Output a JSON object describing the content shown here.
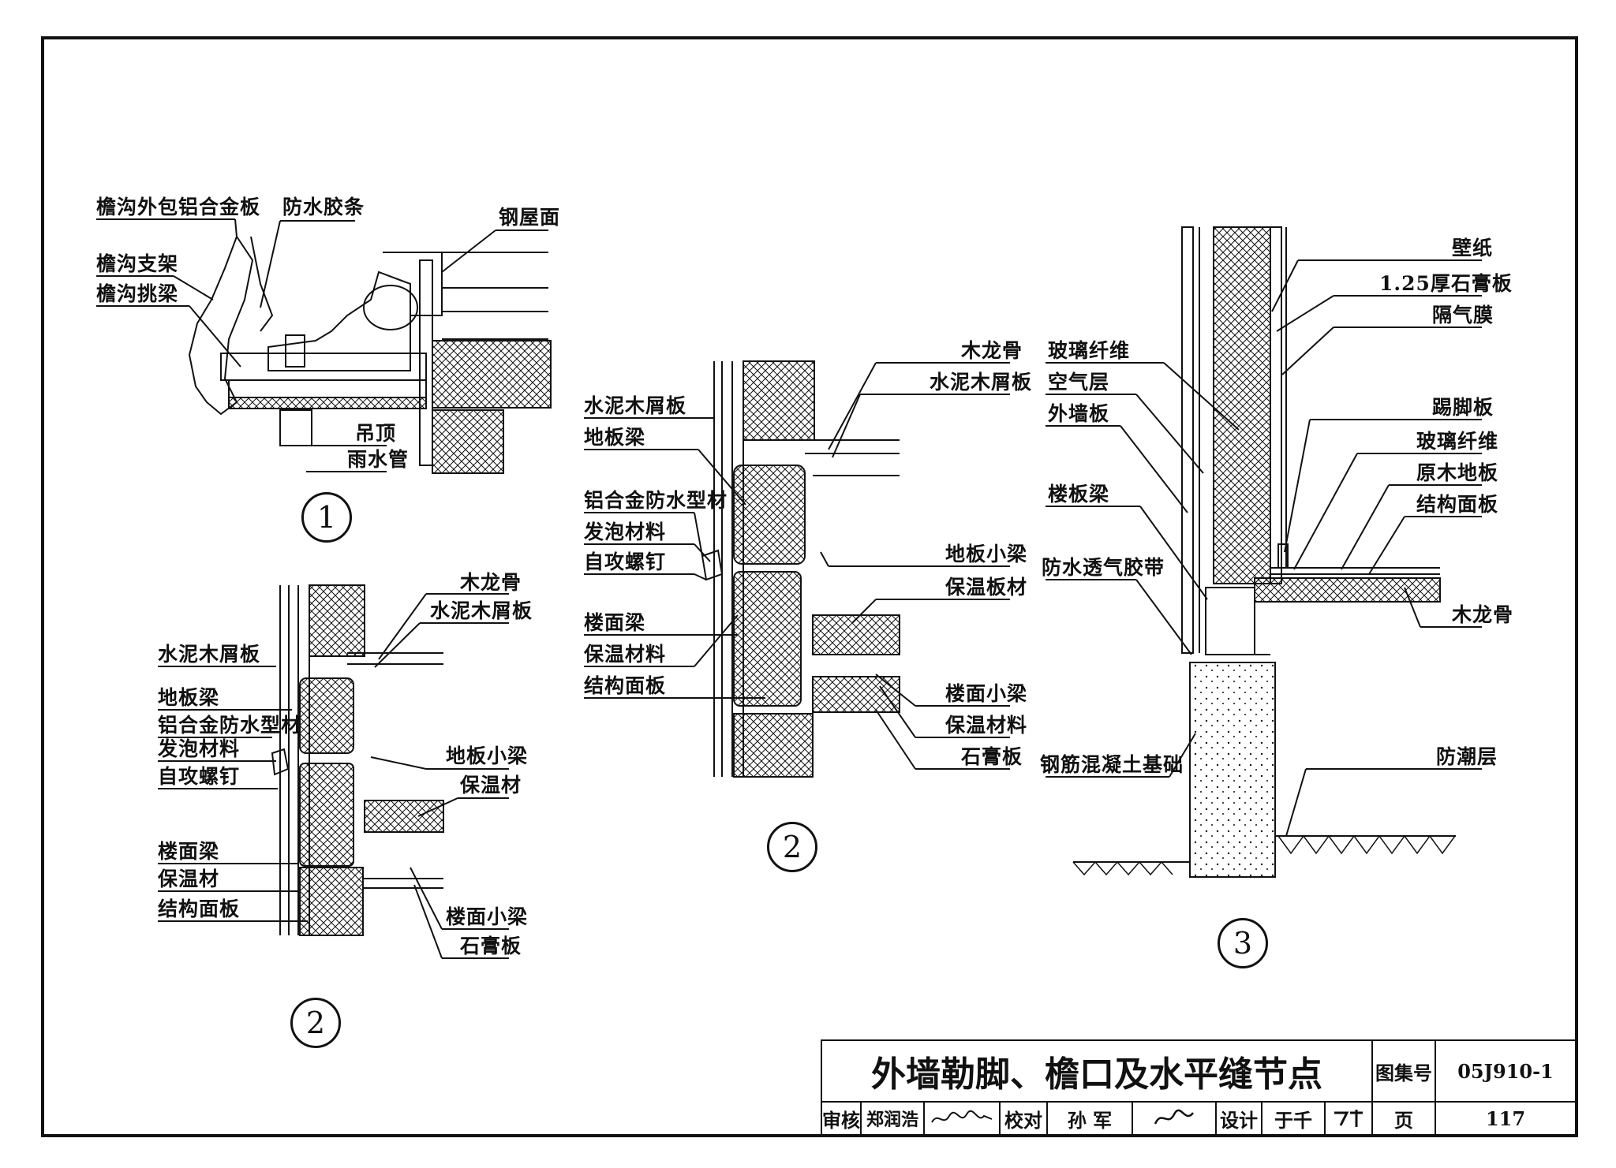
{
  "detail1": {
    "labels": [
      "檐沟外包铝合金板",
      "防水胶条",
      "钢屋面",
      "檐沟支架",
      "檐沟挑梁",
      "吊顶",
      "雨水管"
    ],
    "number": "1"
  },
  "detail2a": {
    "labels_right": [
      "木龙骨",
      "水泥木屑板",
      "地板小梁",
      "保温材",
      "楼面小梁",
      "石膏板"
    ],
    "labels_left": [
      "水泥木屑板",
      "地板梁",
      "铝合金防水型材",
      "发泡材料",
      "自攻螺钉",
      "楼面梁",
      "保温材",
      "结构面板"
    ],
    "number": "2"
  },
  "detail2b": {
    "labels_right": [
      "木龙骨",
      "水泥木屑板",
      "地板小梁",
      "保温板材",
      "楼面小梁",
      "保温材料",
      "石膏板"
    ],
    "labels_left": [
      "水泥木屑板",
      "地板梁",
      "铝合金防水型材",
      "发泡材料",
      "自攻螺钉",
      "楼面梁",
      "保温材料",
      "结构面板"
    ],
    "number": "2"
  },
  "detail3": {
    "labels_right": [
      "壁纸",
      "1.25厚石膏板",
      "隔气膜",
      "踢脚板",
      "玻璃纤维",
      "原木地板",
      "结构面板",
      "木龙骨",
      "防潮层"
    ],
    "labels_left": [
      "玻璃纤维",
      "空气层",
      "外墙板",
      "楼板梁",
      "防水透气胶带",
      "钢筋混凝土基础"
    ],
    "number": "3"
  },
  "title_block": {
    "title": "外墙勒脚、檐口及水平缝节点",
    "atlas_label": "图集号",
    "atlas_no": "05J910-1",
    "review_label": "审核",
    "reviewer": "郑润浩",
    "check_label": "校对",
    "checker": "孙 军",
    "design_label": "设计",
    "designer": "于千",
    "page_label": "页",
    "page_no": "117"
  }
}
